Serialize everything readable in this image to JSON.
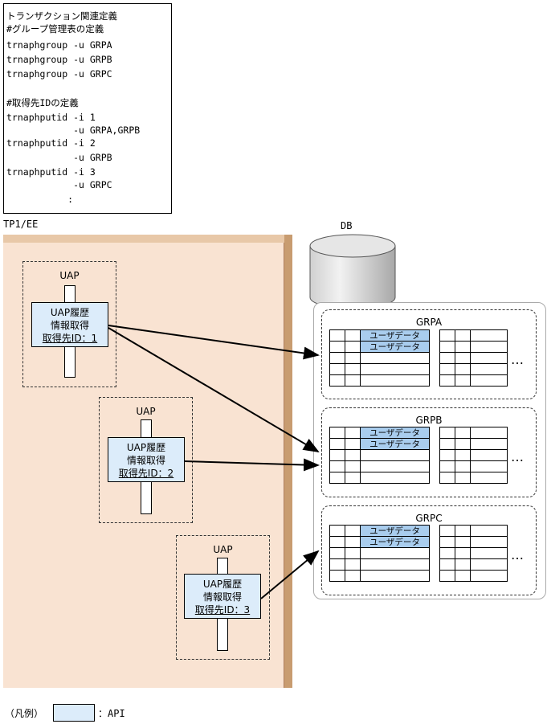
{
  "definition": {
    "lines": [
      "トランザクション関連定義",
      "#グループ管理表の定義",
      "trnaphgroup -u GRPA",
      "trnaphgroup -u GRPB",
      "trnaphgroup -u GRPC",
      "",
      "#取得先IDの定義",
      "trnaphputid -i 1",
      "            -u GRPA,GRPB",
      "trnaphputid -i 2",
      "            -u GRPB",
      "trnaphputid -i 3",
      "            -u GRPC",
      "           :"
    ]
  },
  "tp1ee_label": "TP1/EE",
  "db_label": "DB",
  "uaps": [
    {
      "title": "UAP",
      "api_line1": "UAP履歴",
      "api_line2": "情報取得",
      "api_line3": "取得先ID：1"
    },
    {
      "title": "UAP",
      "api_line1": "UAP履歴",
      "api_line2": "情報取得",
      "api_line3": "取得先ID：2"
    },
    {
      "title": "UAP",
      "api_line1": "UAP履歴",
      "api_line2": "情報取得",
      "api_line3": "取得先ID：3"
    }
  ],
  "groups": [
    {
      "name": "GRPA",
      "row1": "ユーザデータ",
      "row2": "ユーザデータ"
    },
    {
      "name": "GRPB",
      "row1": "ユーザデータ",
      "row2": "ユーザデータ"
    },
    {
      "name": "GRPC",
      "row1": "ユーザデータ",
      "row2": "ユーザデータ"
    }
  ],
  "ellipsis": "…",
  "legend": {
    "label": "（凡例）",
    "api": "：API"
  },
  "colors": {
    "api_fill": "#dcecfa",
    "highlight": "#a9cdee",
    "tp_front": "#f9e3d2",
    "tp_side": "#c89c70"
  }
}
